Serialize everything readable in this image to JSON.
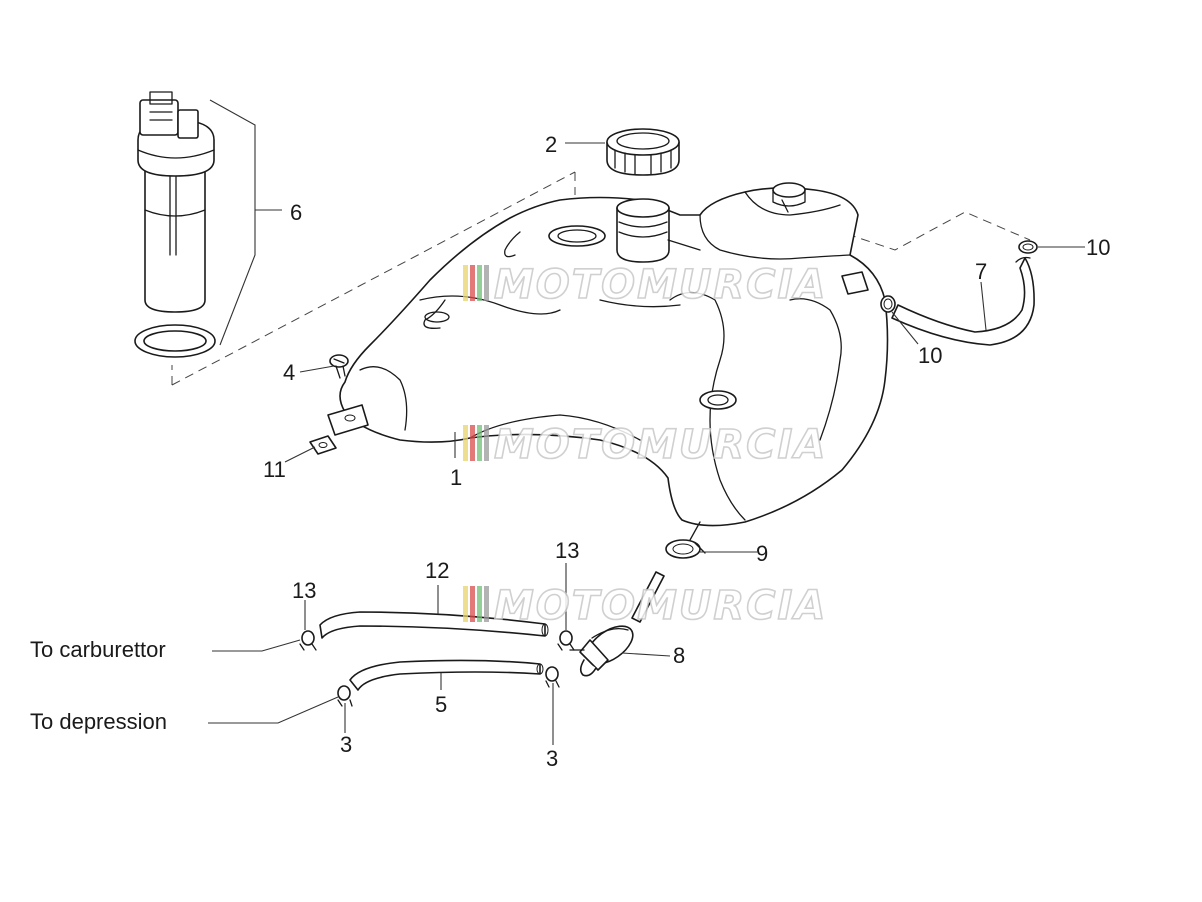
{
  "callouts": {
    "n1": "1",
    "n2": "2",
    "n3a": "3",
    "n3b": "3",
    "n4": "4",
    "n5": "5",
    "n6": "6",
    "n7": "7",
    "n8": "8",
    "n9": "9",
    "n10a": "10",
    "n10b": "10",
    "n11": "11",
    "n12": "12",
    "n13a": "13",
    "n13b": "13"
  },
  "notes": {
    "to_carburettor": "To carburettor",
    "to_depression": "To depression"
  },
  "watermark": {
    "text": "MOTOMURCIA",
    "stripe_colors": [
      "#e8d36a",
      "#d94b4b",
      "#6fbf73",
      "#9a9a9a"
    ]
  }
}
